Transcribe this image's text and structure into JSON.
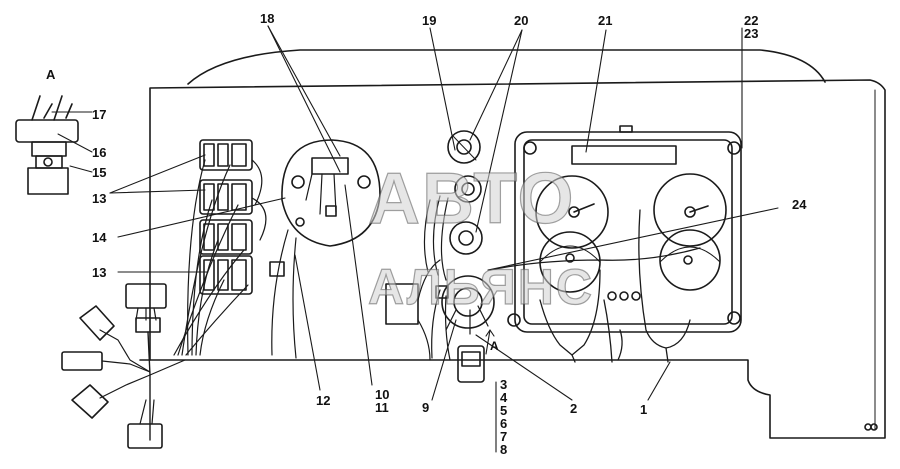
{
  "view_label": "A",
  "arrow_label": "A",
  "callouts": [
    {
      "id": "c1",
      "text": "1"
    },
    {
      "id": "c2",
      "text": "2"
    },
    {
      "id": "c3",
      "text": "3"
    },
    {
      "id": "c4",
      "text": "4"
    },
    {
      "id": "c5",
      "text": "5"
    },
    {
      "id": "c6",
      "text": "6"
    },
    {
      "id": "c7",
      "text": "7"
    },
    {
      "id": "c8",
      "text": "8"
    },
    {
      "id": "c9",
      "text": "9"
    },
    {
      "id": "c10",
      "text": "10"
    },
    {
      "id": "c11",
      "text": "11"
    },
    {
      "id": "c12",
      "text": "12"
    },
    {
      "id": "c13a",
      "text": "13"
    },
    {
      "id": "c13b",
      "text": "13"
    },
    {
      "id": "c14",
      "text": "14"
    },
    {
      "id": "c15",
      "text": "15"
    },
    {
      "id": "c16",
      "text": "16"
    },
    {
      "id": "c17",
      "text": "17"
    },
    {
      "id": "c18",
      "text": "18"
    },
    {
      "id": "c19",
      "text": "19"
    },
    {
      "id": "c20",
      "text": "20"
    },
    {
      "id": "c21",
      "text": "21"
    },
    {
      "id": "c22",
      "text": "22"
    },
    {
      "id": "c23",
      "text": "23"
    },
    {
      "id": "c24",
      "text": "24"
    }
  ],
  "watermark": {
    "line1": "АВТО",
    "line2": "АЛЬЯНС"
  }
}
